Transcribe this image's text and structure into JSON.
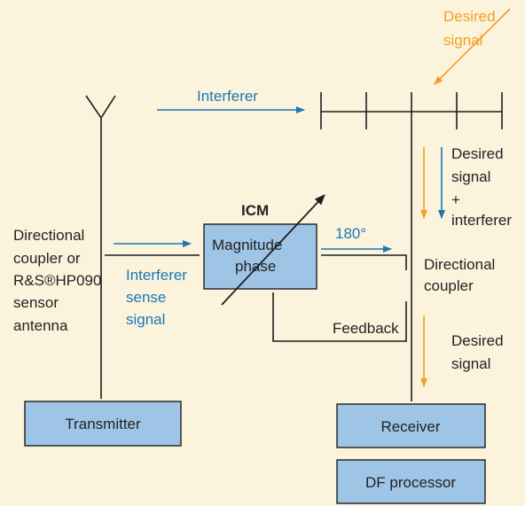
{
  "colors": {
    "background": "#fbf3dc",
    "box_fill": "#9ec4e6",
    "line": "#1e1e1e",
    "blue_signal": "#1a78b8",
    "orange_signal": "#f0a020"
  },
  "labels": {
    "desired_signal_top_1": "Desired",
    "desired_signal_top_2": "signal",
    "interferer": "Interferer",
    "desired_interferer_1": "Desired",
    "desired_interferer_2": "signal",
    "desired_interferer_3": "+",
    "desired_interferer_4": "interferer",
    "icm": "ICM",
    "phase_180": "180°",
    "directional_coupler_left_1": "Directional",
    "directional_coupler_left_2": "coupler or",
    "directional_coupler_left_3": "R&S®HP090",
    "directional_coupler_left_4": "sensor",
    "directional_coupler_left_5": "antenna",
    "interferer_sense_1": "Interferer",
    "interferer_sense_2": "sense",
    "interferer_sense_3": "signal",
    "directional_coupler_right_1": "Directional",
    "directional_coupler_right_2": "coupler",
    "feedback": "Feedback",
    "desired_signal_bottom_1": "Desired",
    "desired_signal_bottom_2": "signal"
  },
  "blocks": {
    "icm_block_1": "Magnitude",
    "icm_block_2": "phase",
    "transmitter": "Transmitter",
    "receiver": "Receiver",
    "df_processor": "DF processor"
  }
}
